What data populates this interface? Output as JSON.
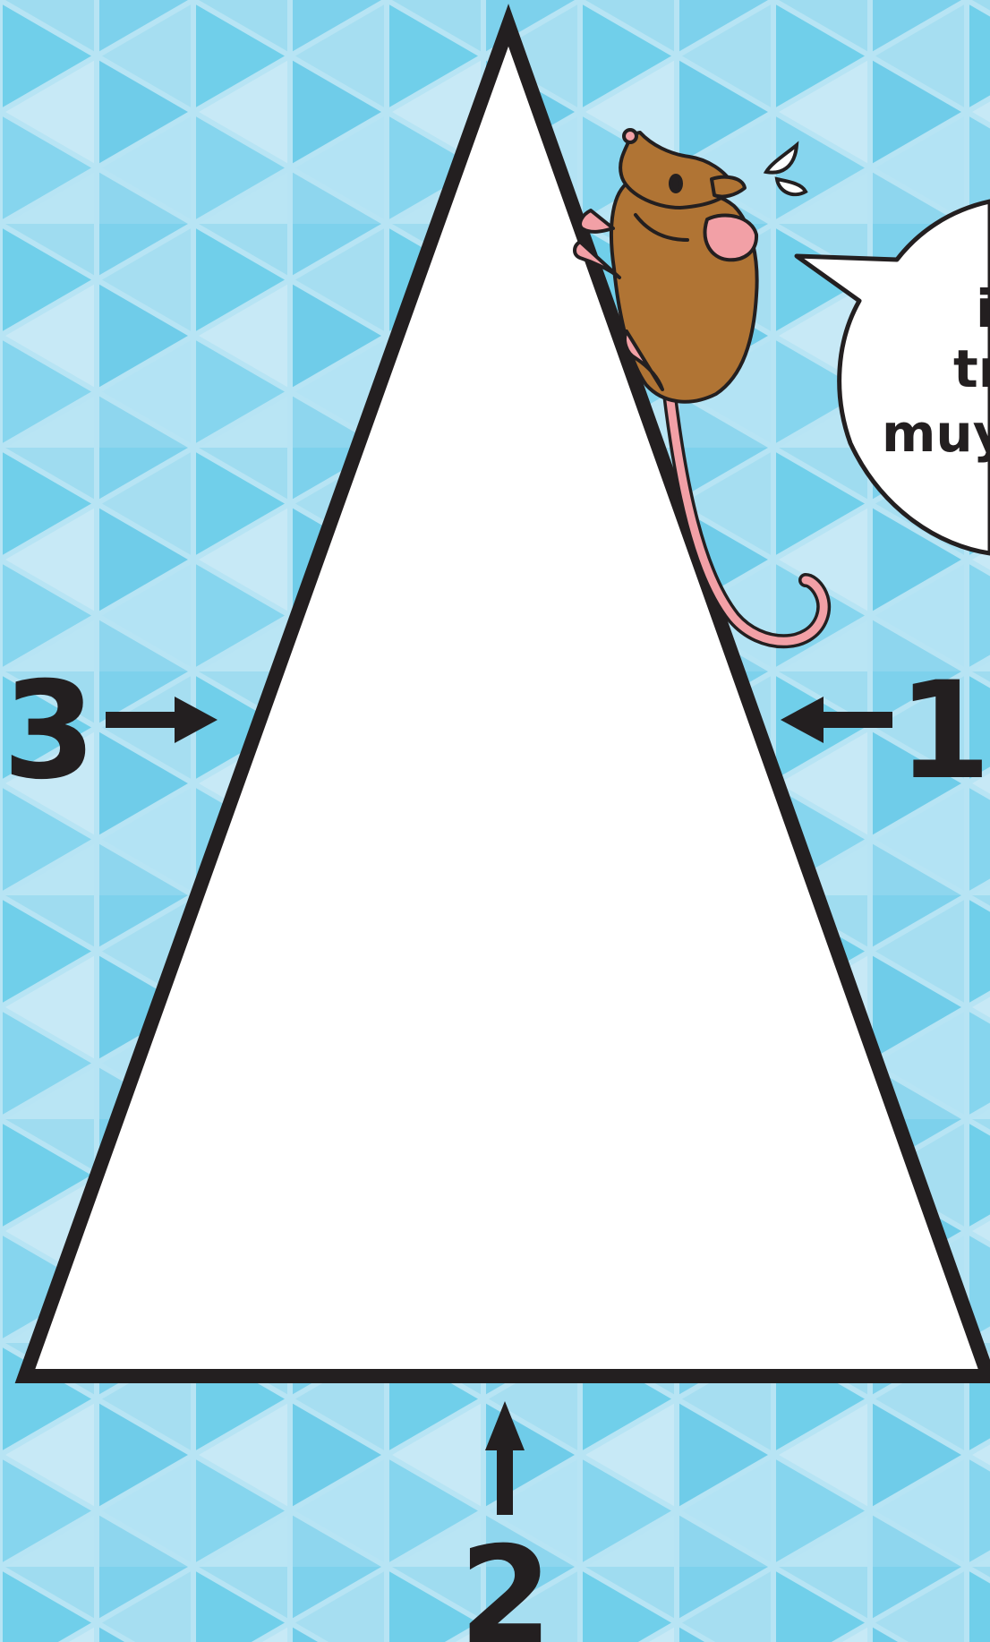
{
  "colors": {
    "background": "#8ed6ee",
    "triangle_fill": "#ffffff",
    "outline": "#231f20",
    "mouse_body": "#b07434",
    "mouse_pink": "#f2a0a6"
  },
  "side_labels": {
    "left": "3",
    "bottom": "2",
    "right": "1"
  },
  "speech_bubble": {
    "line1": "i",
    "line2": "trió",
    "line3": "muy"
  },
  "character": "mouse-icon"
}
